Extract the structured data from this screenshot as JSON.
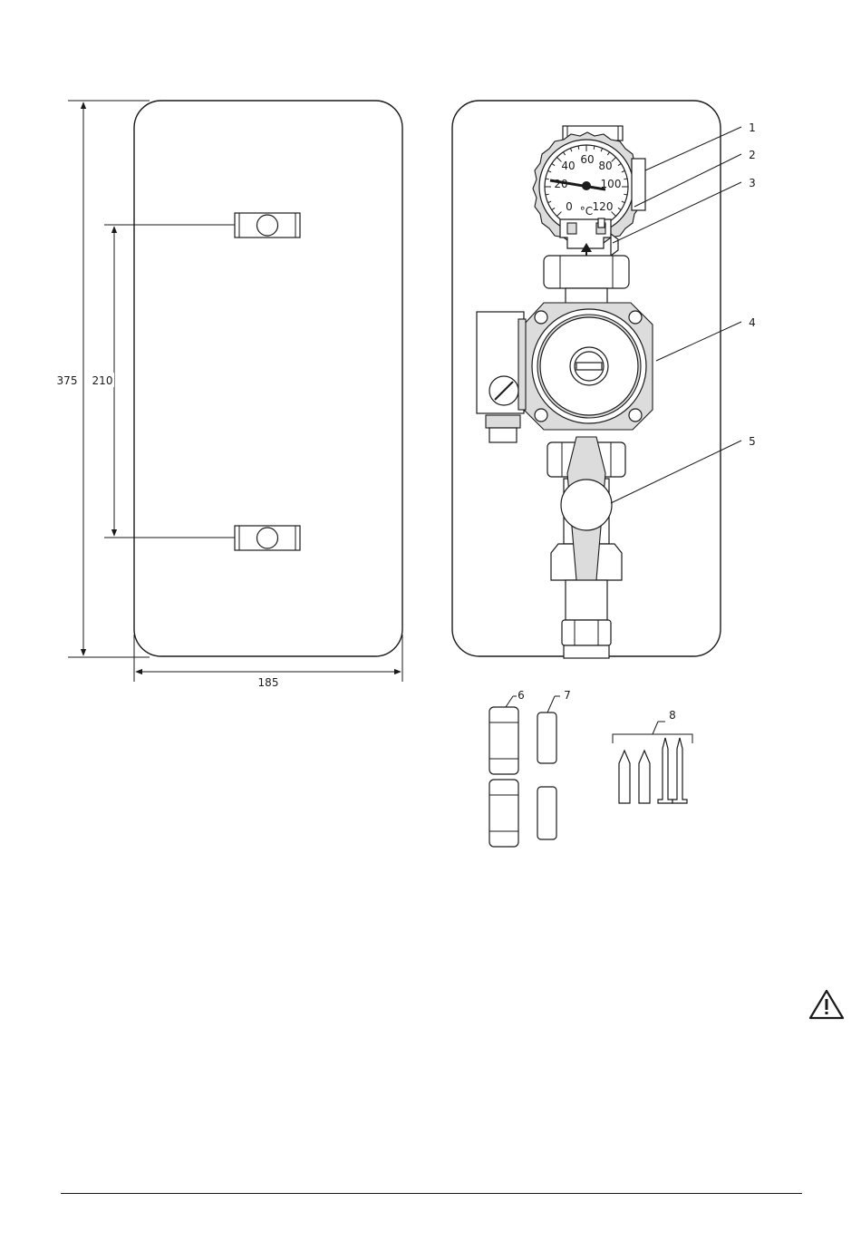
{
  "dimensions": {
    "total_height": "375",
    "bracket_spacing": "210",
    "width": "185"
  },
  "callouts": [
    "1",
    "2",
    "3",
    "4",
    "5",
    "6",
    "7",
    "8"
  ],
  "gauge": {
    "scale": [
      "0",
      "20",
      "40",
      "60",
      "80",
      "100",
      "120"
    ],
    "unit": "°C"
  },
  "icons": {
    "warning": "warning-triangle-icon"
  }
}
